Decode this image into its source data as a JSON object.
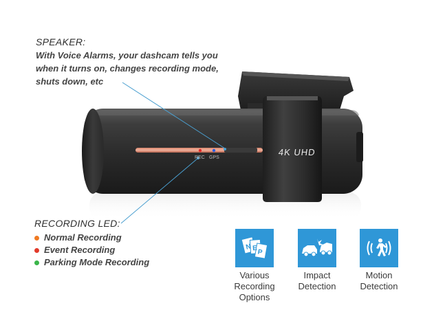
{
  "speaker": {
    "heading": "SPEAKER:",
    "lines": [
      "With Voice Alarms, your dashcam tells you",
      "when it turns on, changes recording mode,",
      "shuts down, etc"
    ]
  },
  "recording_led": {
    "heading": "RECORDING LED:",
    "items": [
      {
        "label": "Normal Recording",
        "color": "#f07a22"
      },
      {
        "label": "Event Recording",
        "color": "#e23a2a"
      },
      {
        "label": "Parking Mode Recording",
        "color": "#3bb54a"
      }
    ]
  },
  "camera": {
    "badge": "4K UHD",
    "rec_label": "REC",
    "gps_label": "GPS",
    "rec_led_color": "#e22a2a",
    "gps_led_color": "#2a5ee2"
  },
  "features": [
    {
      "label": "Various\nRecording\nOptions",
      "icon": "recording-options-icon"
    },
    {
      "label": "Impact\nDetection",
      "icon": "impact-detection-icon"
    },
    {
      "label": "Motion\nDetection",
      "icon": "motion-detection-icon"
    }
  ],
  "colors": {
    "accent": "#2f97d7",
    "callout_line": "#4a9fd0",
    "body_dark": "#2b2b2b"
  }
}
